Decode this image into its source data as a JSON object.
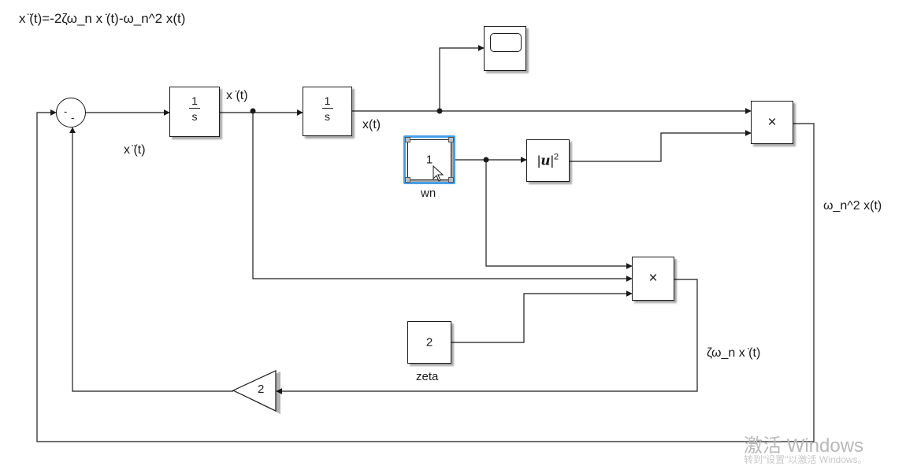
{
  "equation": "x ̈(t)=-2ζω_n x ̇(t)-ω_n^2 x(t)",
  "blocks": {
    "sum": {
      "signs": [
        "-",
        "-"
      ]
    },
    "integrator1": {
      "num": "1",
      "den": "s"
    },
    "integrator2": {
      "num": "1",
      "den": "s"
    },
    "scope": {
      "icon": "scope-icon"
    },
    "product_top": {
      "symbol": "×"
    },
    "product_mid": {
      "symbol": "×"
    },
    "abs_squared": {
      "base": "u",
      "exponent": "2"
    },
    "const_wn": {
      "value": "1",
      "name": "wn"
    },
    "const_zeta": {
      "value": "2",
      "name": "zeta"
    },
    "gain": {
      "value": "2"
    }
  },
  "signals": {
    "xddot_top": "x ̇(t)",
    "xddot_below": "x ̈(t)",
    "x": "x(t)",
    "wn2x": "ω_n^2 x(t)",
    "zeta_wn_xdot": "ζω_n x ̇(t)"
  },
  "watermark": {
    "line1": "激活 Windows",
    "line2": "转到\"设置\"以激活 Windows。"
  }
}
